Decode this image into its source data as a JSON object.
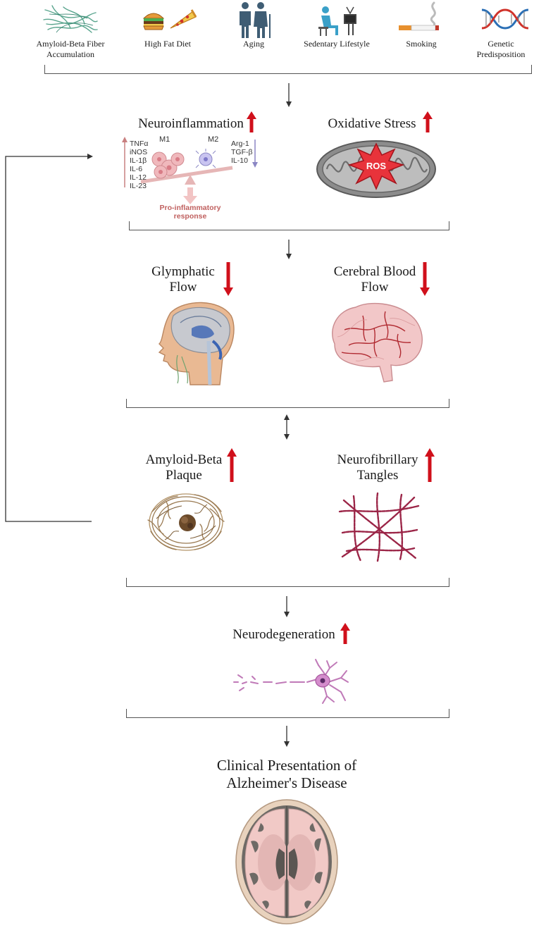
{
  "risk_factors": [
    {
      "label": "Amyloid-Beta Fiber Accumulation",
      "icon": "amyloid-fibers-icon"
    },
    {
      "label": "High Fat Diet",
      "icon": "burger-pizza-icon"
    },
    {
      "label": "Aging",
      "icon": "elderly-couple-icon"
    },
    {
      "label": "Sedentary Lifestyle",
      "icon": "person-tv-icon"
    },
    {
      "label": "Smoking",
      "icon": "cigarette-icon"
    },
    {
      "label": "Genetic Predisposition",
      "icon": "dna-icon"
    }
  ],
  "stages": {
    "neuroinflammation": {
      "title": "Neuroinflammation",
      "m1": "M1",
      "m2": "M2",
      "m1_markers": [
        "TNFα",
        "iNOS",
        "IL-1β",
        "IL-6",
        "IL-12",
        "IL-23"
      ],
      "m2_markers": [
        "Arg-1",
        "TGF-β",
        "IL-10"
      ],
      "response_line1": "Pro-inflammatory",
      "response_line2": "response"
    },
    "oxidative_stress": {
      "title": "Oxidative Stress",
      "ros": "ROS"
    },
    "glymphatic": {
      "title_line1": "Glymphatic",
      "title_line2": "Flow"
    },
    "cerebral": {
      "title_line1": "Cerebral Blood",
      "title_line2": "Flow"
    },
    "amyloid": {
      "title_line1": "Amyloid-Beta",
      "title_line2": "Plaque"
    },
    "tangles": {
      "title_line1": "Neurofibrillary",
      "title_line2": "Tangles"
    },
    "neurodegeneration": {
      "title": "Neurodegeneration"
    },
    "clinical": {
      "title_line1": "Clinical Presentation of",
      "title_line2": "Alzheimer's Disease"
    }
  },
  "colors": {
    "arrow_red": "#d0101b",
    "up_arrow": "#d0101b"
  }
}
